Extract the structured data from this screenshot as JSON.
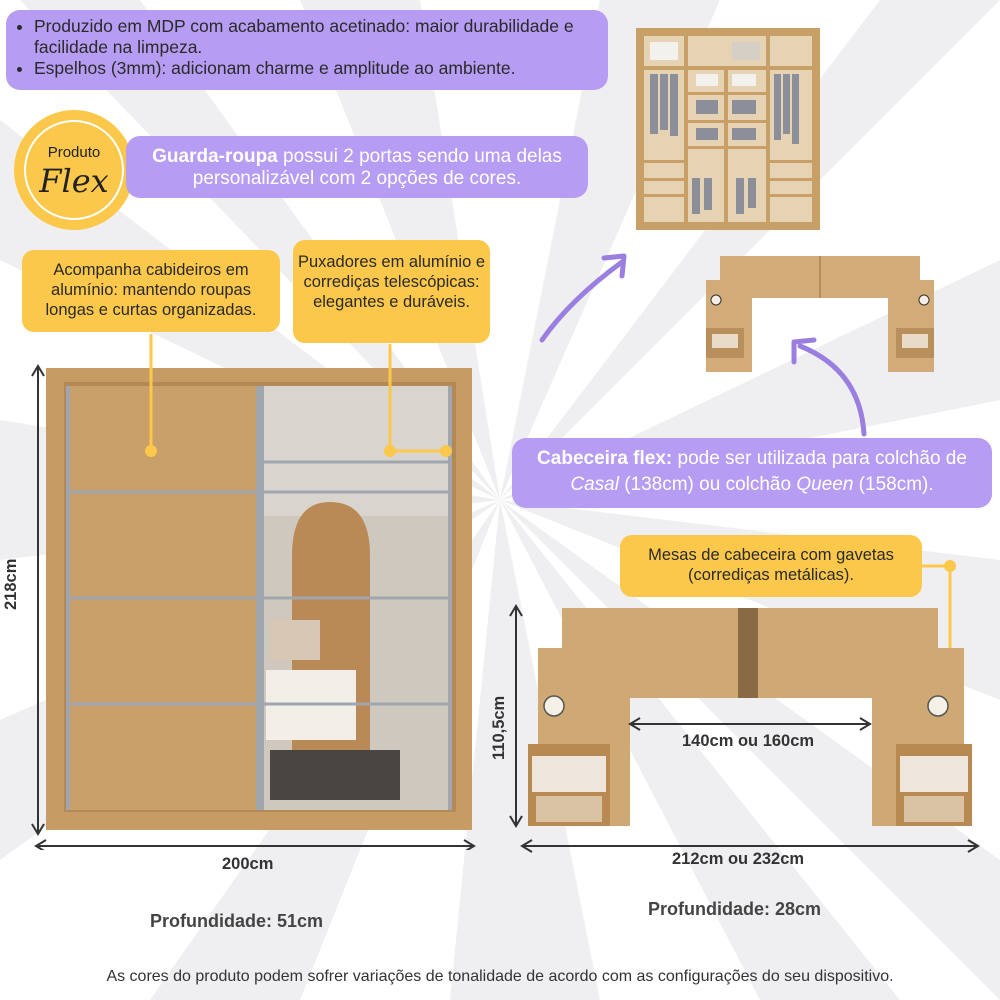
{
  "features": {
    "items": [
      "Produzido em MDP com acabamento acetinado: maior durabilidade e facilidade na limpeza.",
      "Espelhos (3mm): adicionam charme e amplitude ao ambiente."
    ]
  },
  "badge": {
    "small": "Produto",
    "big": "Flex"
  },
  "wardrobe_info": {
    "bold": "Guarda-roupa",
    "rest": " possui 2 portas sendo uma delas personalizável com 2 opções de cores."
  },
  "notes": {
    "hanger": "Acompanha cabideiros em alumínio: mantendo roupas longas e curtas organizadas.",
    "handles": "Puxadores em alumínio e corrediças telescópicas: elegantes e duráveis.",
    "nightstands": "Mesas de cabeceira com gavetas (corrediças metálicas)."
  },
  "headboard_info": {
    "bold": "Cabeceira flex:",
    "part1": " pode ser utilizada para colchão de ",
    "italic1": "Casal",
    "part2": " (138cm) ou colchão ",
    "italic2": "Queen",
    "part3": " (158cm)."
  },
  "dimensions": {
    "wardrobe_height": "218cm",
    "wardrobe_width": "200cm",
    "wardrobe_depth": "Profundidade: 51cm",
    "headboard_height": "110,5cm",
    "headboard_inner_width": "140cm ou 160cm",
    "headboard_width": "212cm ou 232cm",
    "headboard_depth": "Profundidade: 28cm"
  },
  "disclaimer": "As cores do produto podem sofrer variações de tonalidade de acordo com as configurações do seu dispositivo.",
  "colors": {
    "purple": "#b69cf2",
    "yellow": "#fcc84b",
    "wood": "#c9a26d",
    "accent_purple": "#9b7fe0"
  }
}
